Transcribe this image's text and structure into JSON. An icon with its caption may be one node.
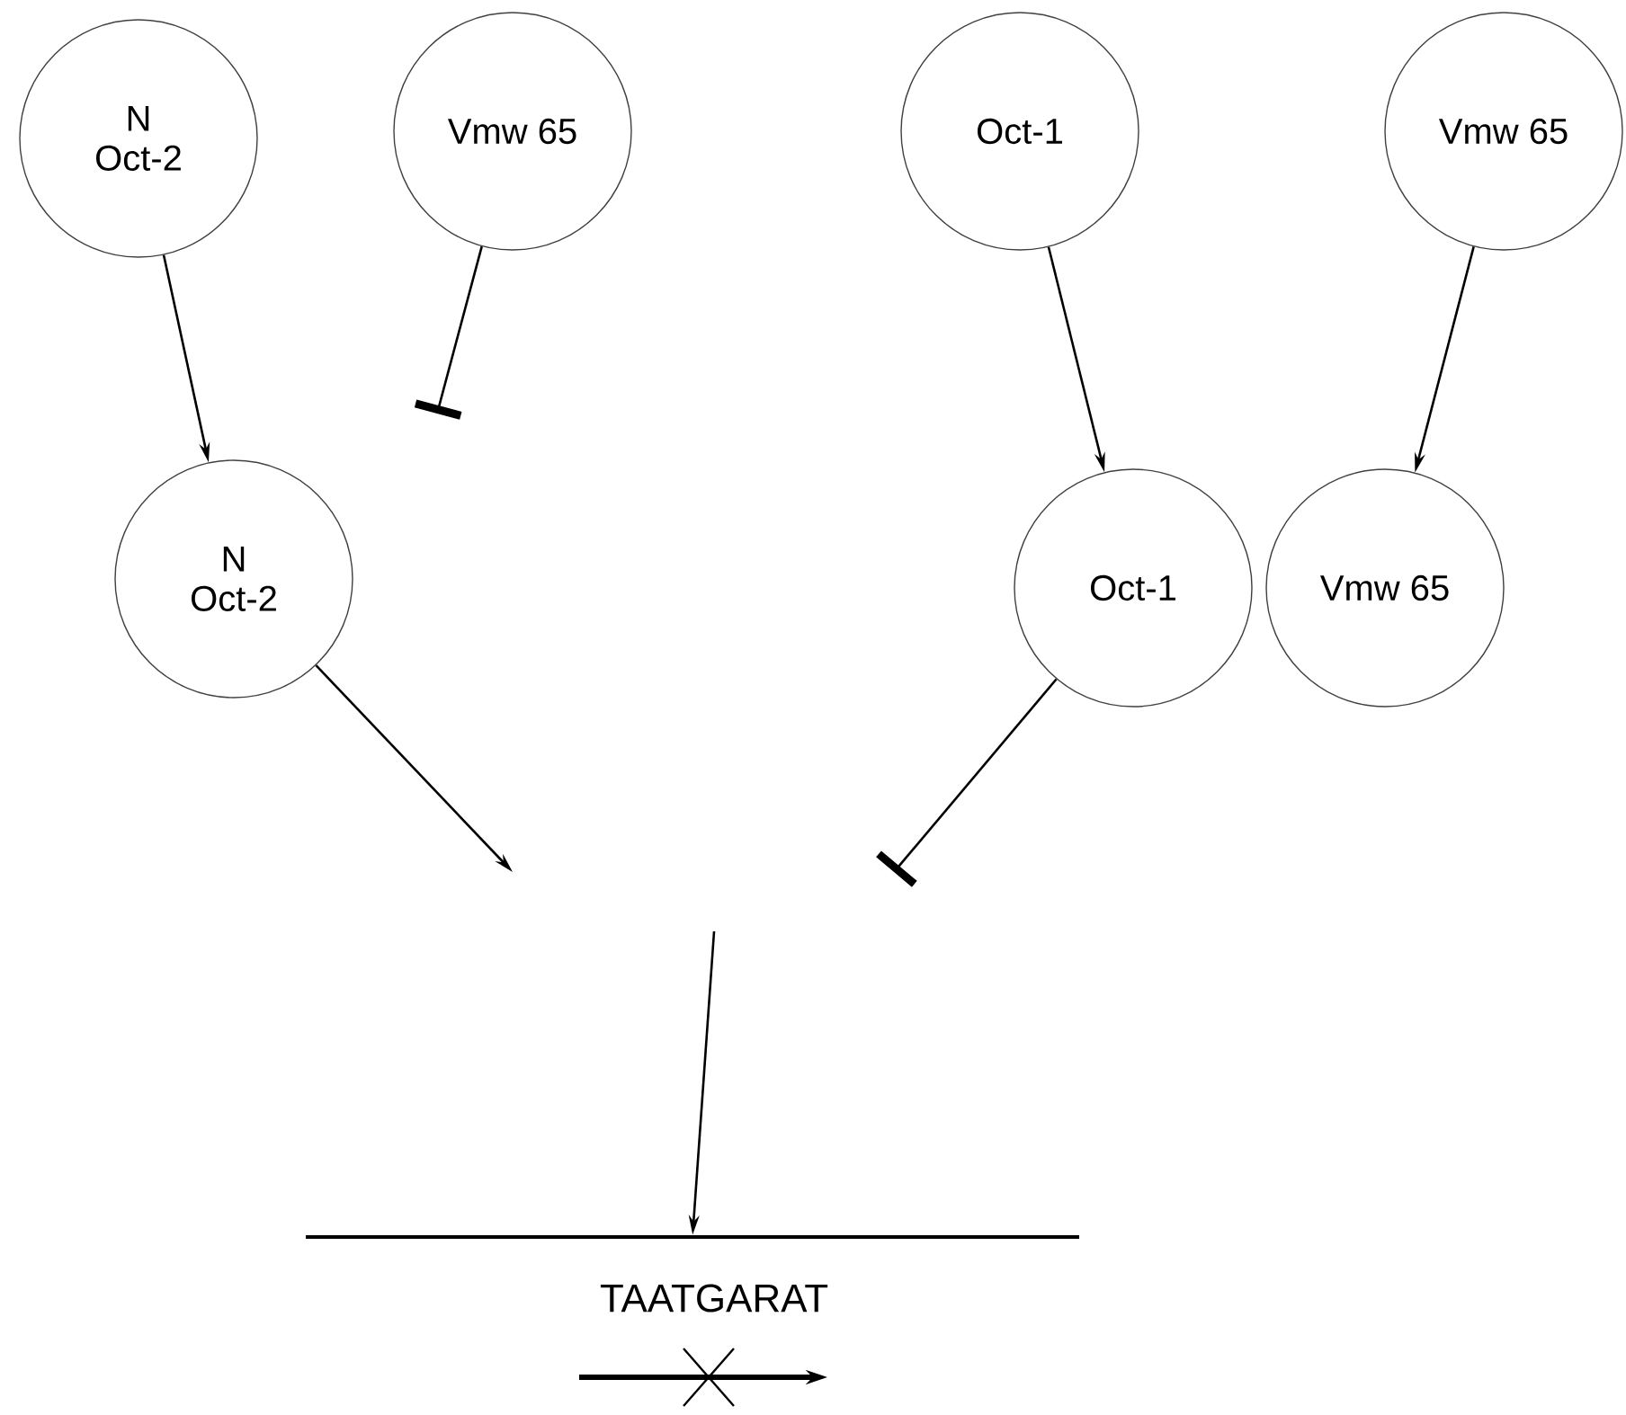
{
  "diagram": {
    "nodes": [
      {
        "text": [
          "N Oct-2"
        ]
      },
      {
        "text": [
          "Vmw 65"
        ]
      },
      {
        "text": [
          "Oct-1"
        ]
      },
      {
        "text": [
          "Vmw 65"
        ]
      },
      {
        "text": [
          "N Oct-2"
        ]
      },
      {
        "text": [
          "Oct-1"
        ]
      },
      {
        "text": [
          "Vmw 65"
        ]
      },
      {
        "text": [],
        "shape": "bar"
      }
    ],
    "edges": [
      {
        "from": 0,
        "to": 4,
        "arrow": "to"
      },
      {
        "from": 1,
        "to": null,
        "arrow": "other"
      },
      {
        "from": 2,
        "to": 5,
        "arrow": "to"
      },
      {
        "from": 3,
        "to": 6,
        "arrow": "to"
      },
      {
        "from": 4,
        "to": null,
        "arrow": "to"
      },
      {
        "from": 5,
        "to": null,
        "arrow": "other"
      },
      {
        "from": null,
        "to": 7,
        "arrow": "to"
      }
    ],
    "labels": [
      "TAATGARAT"
    ]
  }
}
